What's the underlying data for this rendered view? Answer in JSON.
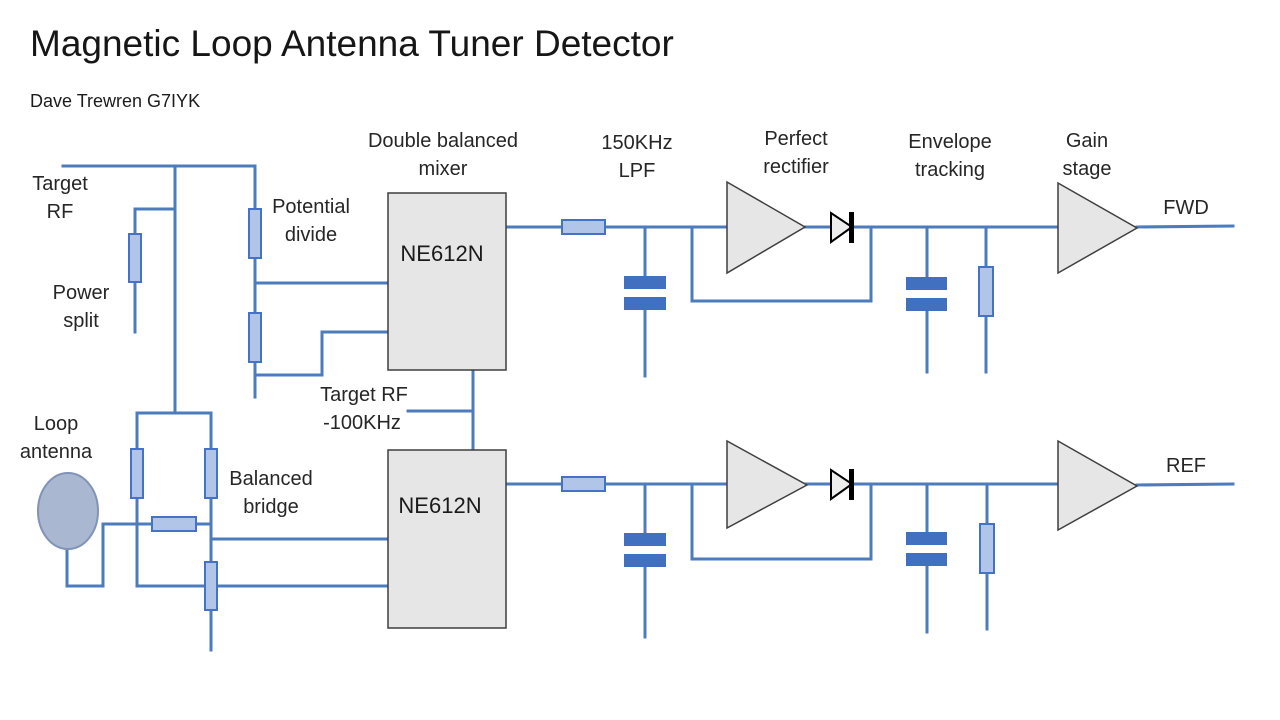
{
  "slide": {
    "title": "Magnetic Loop Antenna Tuner Detector",
    "author": "Dave Trewren G7IYK"
  },
  "labels": {
    "target_rf": {
      "line1": "Target",
      "line2": "RF"
    },
    "power_split": {
      "line1": "Power",
      "line2": "split"
    },
    "loop_antenna": {
      "line1": "Loop",
      "line2": "antenna"
    },
    "potential_divide": {
      "line1": "Potential",
      "line2": "divide"
    },
    "balanced_bridge": {
      "line1": "Balanced",
      "line2": "bridge"
    },
    "double_balanced_mixer": {
      "line1": "Double balanced",
      "line2": "mixer"
    },
    "lpf_150khz": {
      "line1": "150KHz",
      "line2": "LPF"
    },
    "perfect_rectifier": {
      "line1": "Perfect",
      "line2": "rectifier"
    },
    "envelope_tracking": {
      "line1": "Envelope",
      "line2": "tracking"
    },
    "gain_stage": {
      "line1": "Gain",
      "line2": "stage"
    },
    "if_frequency": {
      "line1": "Target RF",
      "line2": "-100KHz"
    }
  },
  "components": {
    "mixer1_part": "NE612N",
    "mixer2_part": "NE612N"
  },
  "outputs": {
    "fwd": "FWD",
    "ref": "REF"
  },
  "colors": {
    "wire": "#4d7cbe",
    "component_fill": "#b0c5e7",
    "component_stroke": "#4472c4",
    "capacitor": "#4170c0",
    "block_fill": "#e7e6e6",
    "block_stroke": "#3f3f3f",
    "antenna_fill": "#aab7d0",
    "antenna_stroke": "#8093b8",
    "text": "#262626"
  }
}
